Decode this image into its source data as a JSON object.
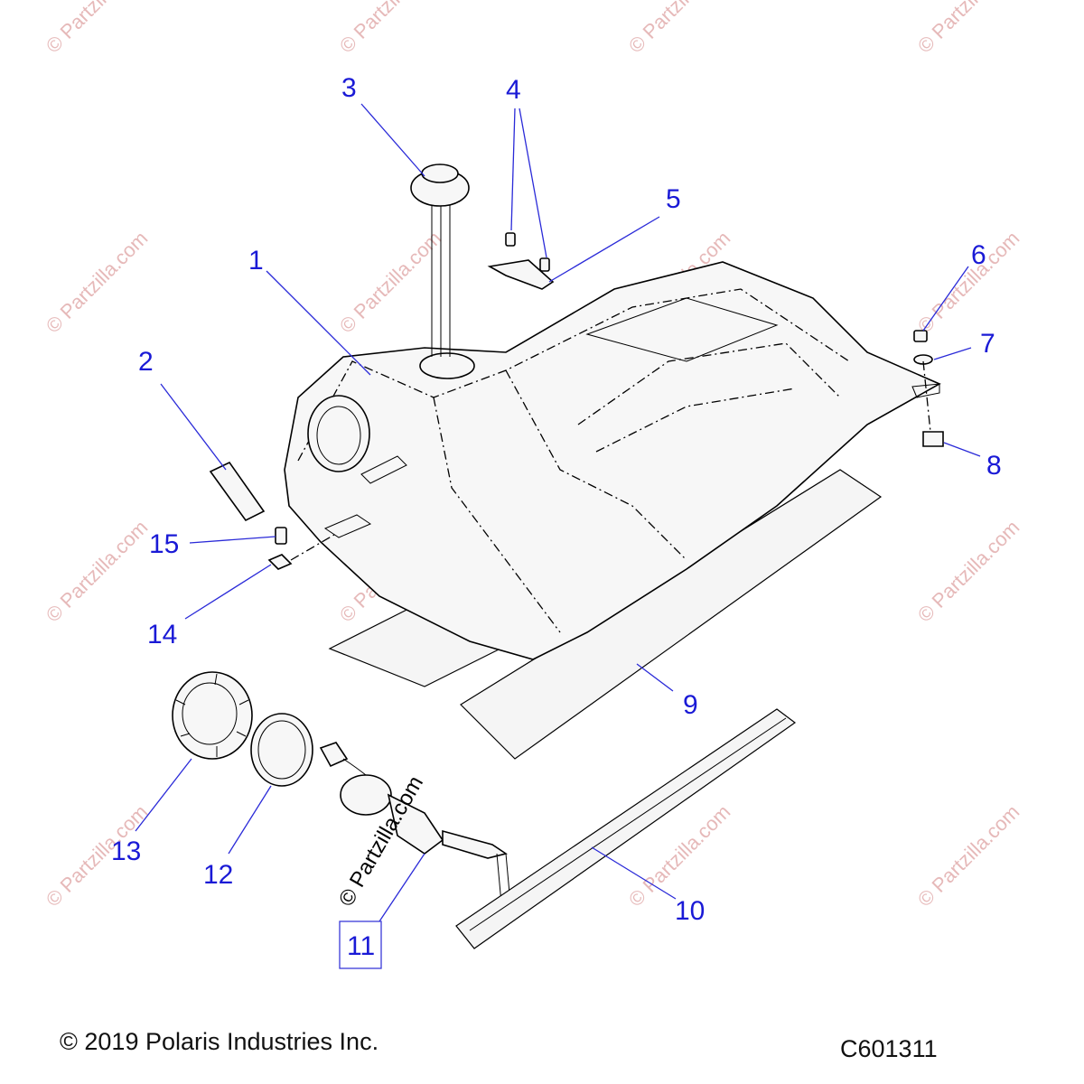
{
  "callouts": [
    "1",
    "2",
    "3",
    "4",
    "5",
    "6",
    "7",
    "8",
    "9",
    "10",
    "11",
    "12",
    "13",
    "14",
    "15"
  ],
  "watermark": "© Partzilla.com",
  "copyright": "© 2019 Polaris Industries Inc.",
  "drawing_number": "C601311",
  "colors": {
    "callout": "#1a1ad6",
    "watermark": "#e6b9b9"
  }
}
